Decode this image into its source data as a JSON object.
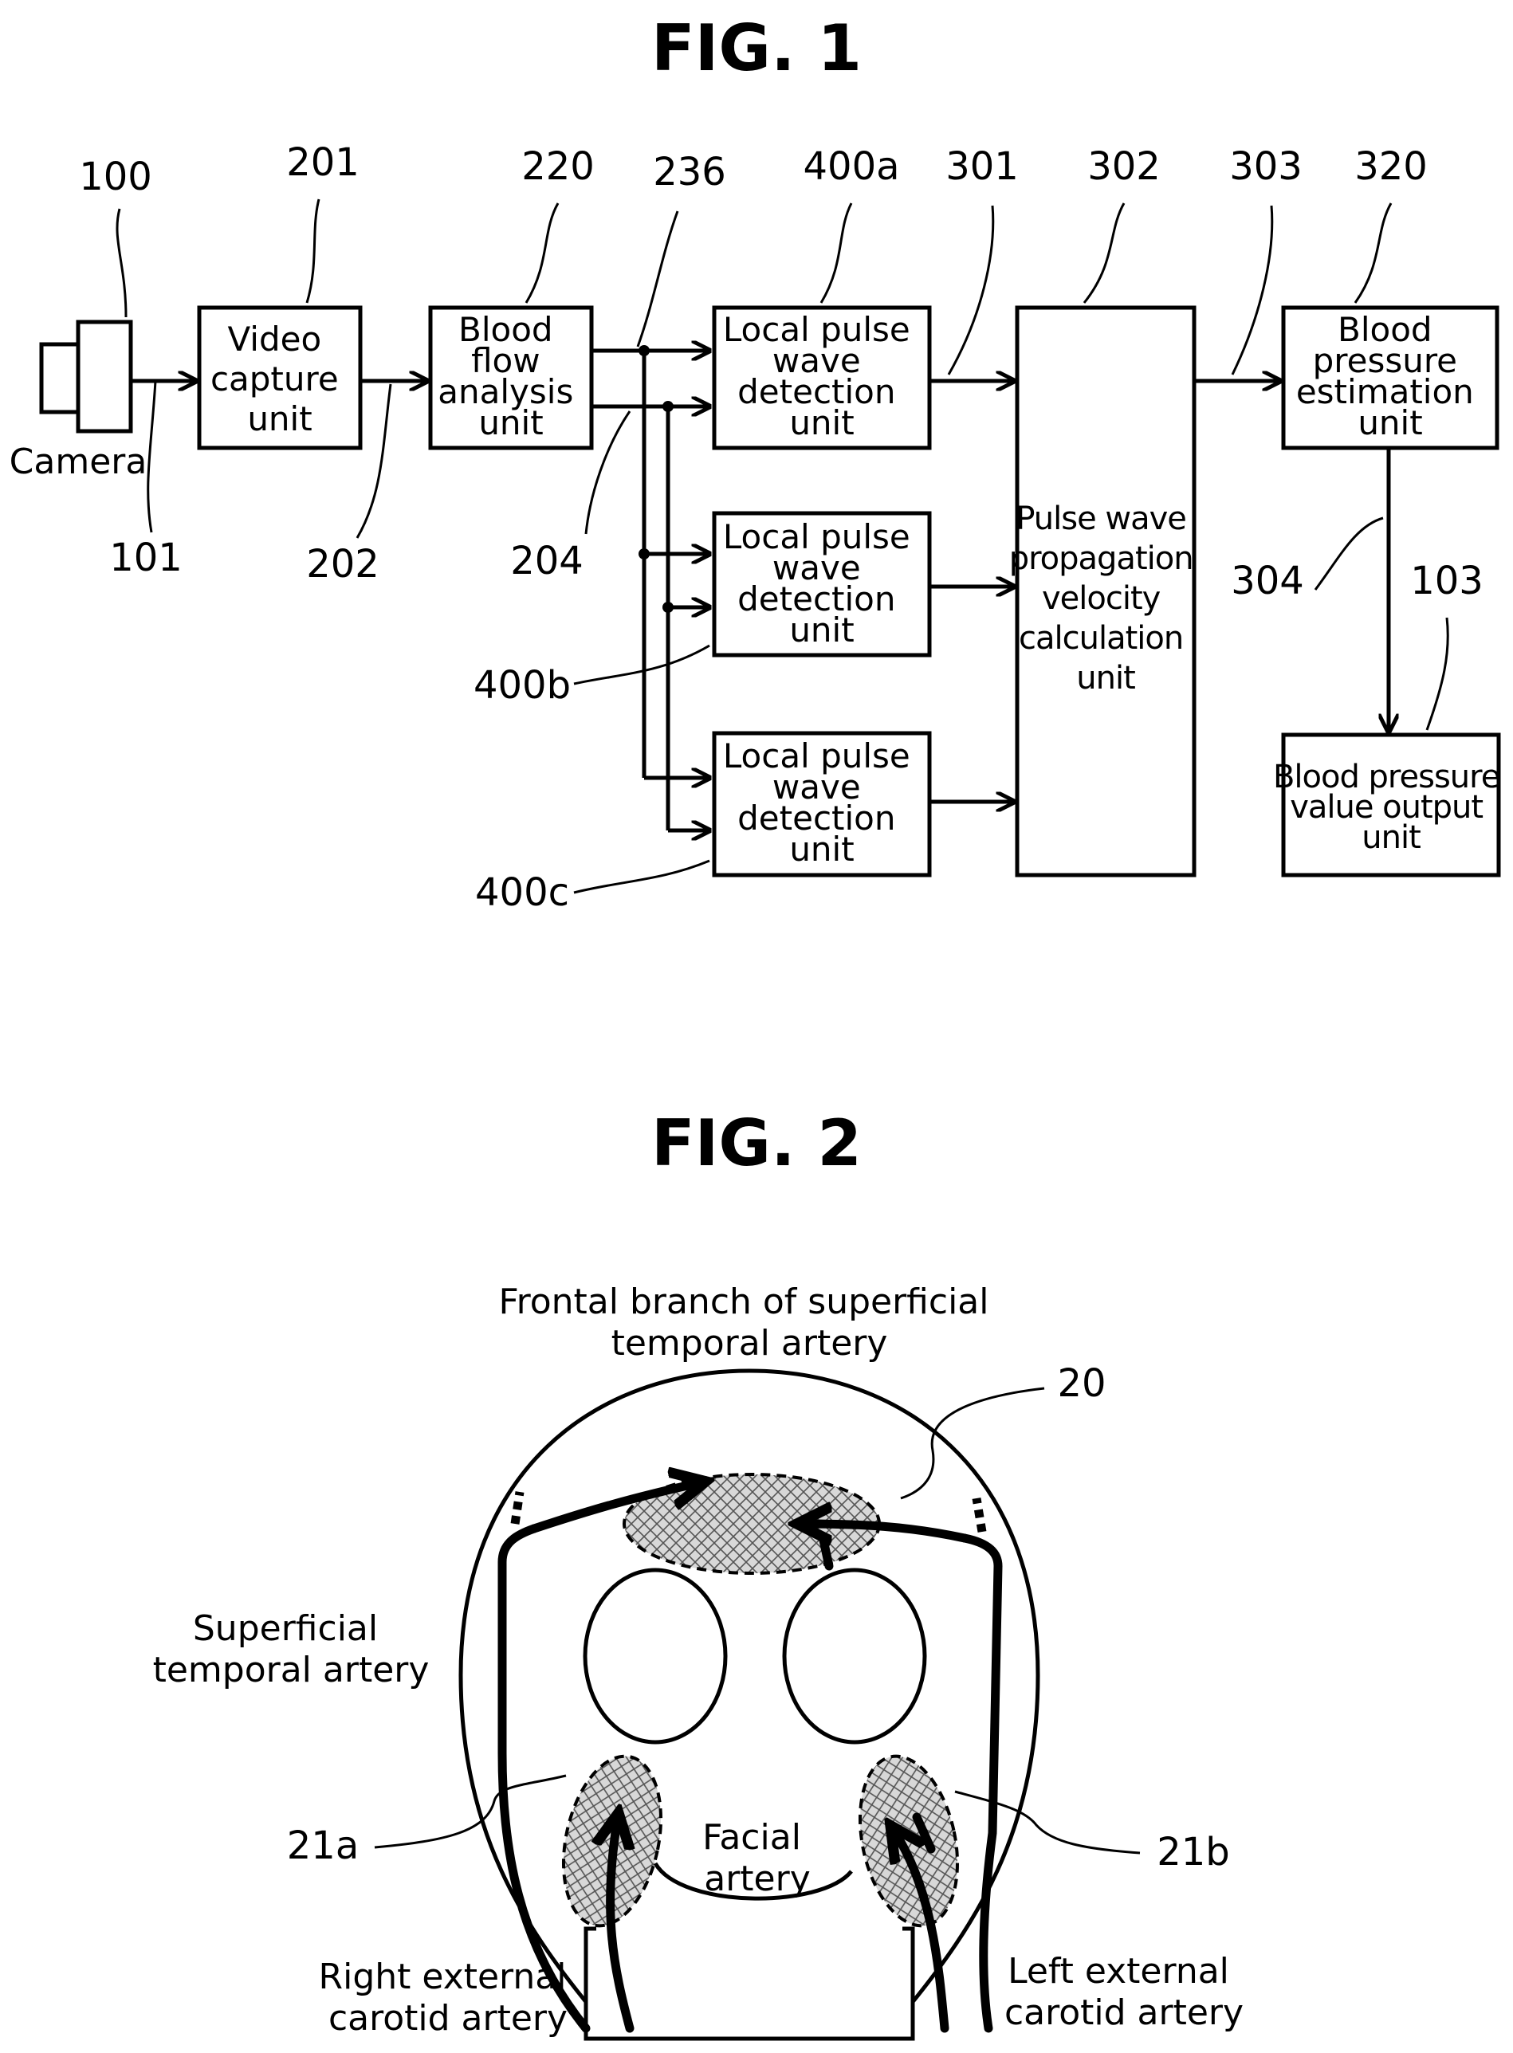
{
  "fig1": {
    "title": "FIG. 1",
    "camera": {
      "label": "Camera",
      "ref": "100",
      "out_ref": "101"
    },
    "video_capture": {
      "lines": [
        "Video",
        "capture",
        "unit"
      ],
      "ref": "201",
      "out_ref": "202"
    },
    "blood_flow": {
      "lines": [
        "Blood",
        "flow",
        "analysis",
        "unit"
      ],
      "ref": "220",
      "out_ref_a": "236",
      "out_ref_b": "204"
    },
    "local_a": {
      "lines": [
        "Local pulse",
        "wave",
        "detection",
        "unit"
      ],
      "ref": "400a",
      "out_ref": "301"
    },
    "local_b": {
      "lines": [
        "Local pulse",
        "wave",
        "detection",
        "unit"
      ],
      "ref": "400b"
    },
    "local_c": {
      "lines": [
        "Local pulse",
        "wave",
        "detection",
        "unit"
      ],
      "ref": "400c"
    },
    "pwv": {
      "lines": [
        "Pulse wave",
        "propagation",
        "velocity",
        "calculation",
        "unit"
      ],
      "ref": "302",
      "out_ref": "303"
    },
    "bp_est": {
      "lines": [
        "Blood",
        "pressure",
        "estimation",
        "unit"
      ],
      "ref": "320",
      "out_ref": "304"
    },
    "bp_out": {
      "lines": [
        "Blood pressure",
        "value output",
        "unit"
      ],
      "ref": "103"
    }
  },
  "fig2": {
    "title": "FIG. 2",
    "frontal_label": [
      "Frontal branch of superficial",
      "temporal artery"
    ],
    "frontal_ref": "20",
    "superficial_label": [
      "Superficial",
      "temporal artery"
    ],
    "right_region_ref": "21a",
    "left_region_ref": "21b",
    "facial_label": [
      "Facial",
      "artery"
    ],
    "right_carotid_label": [
      "Right external",
      "carotid artery"
    ],
    "left_carotid_label": [
      "Left external",
      "carotid artery"
    ]
  }
}
